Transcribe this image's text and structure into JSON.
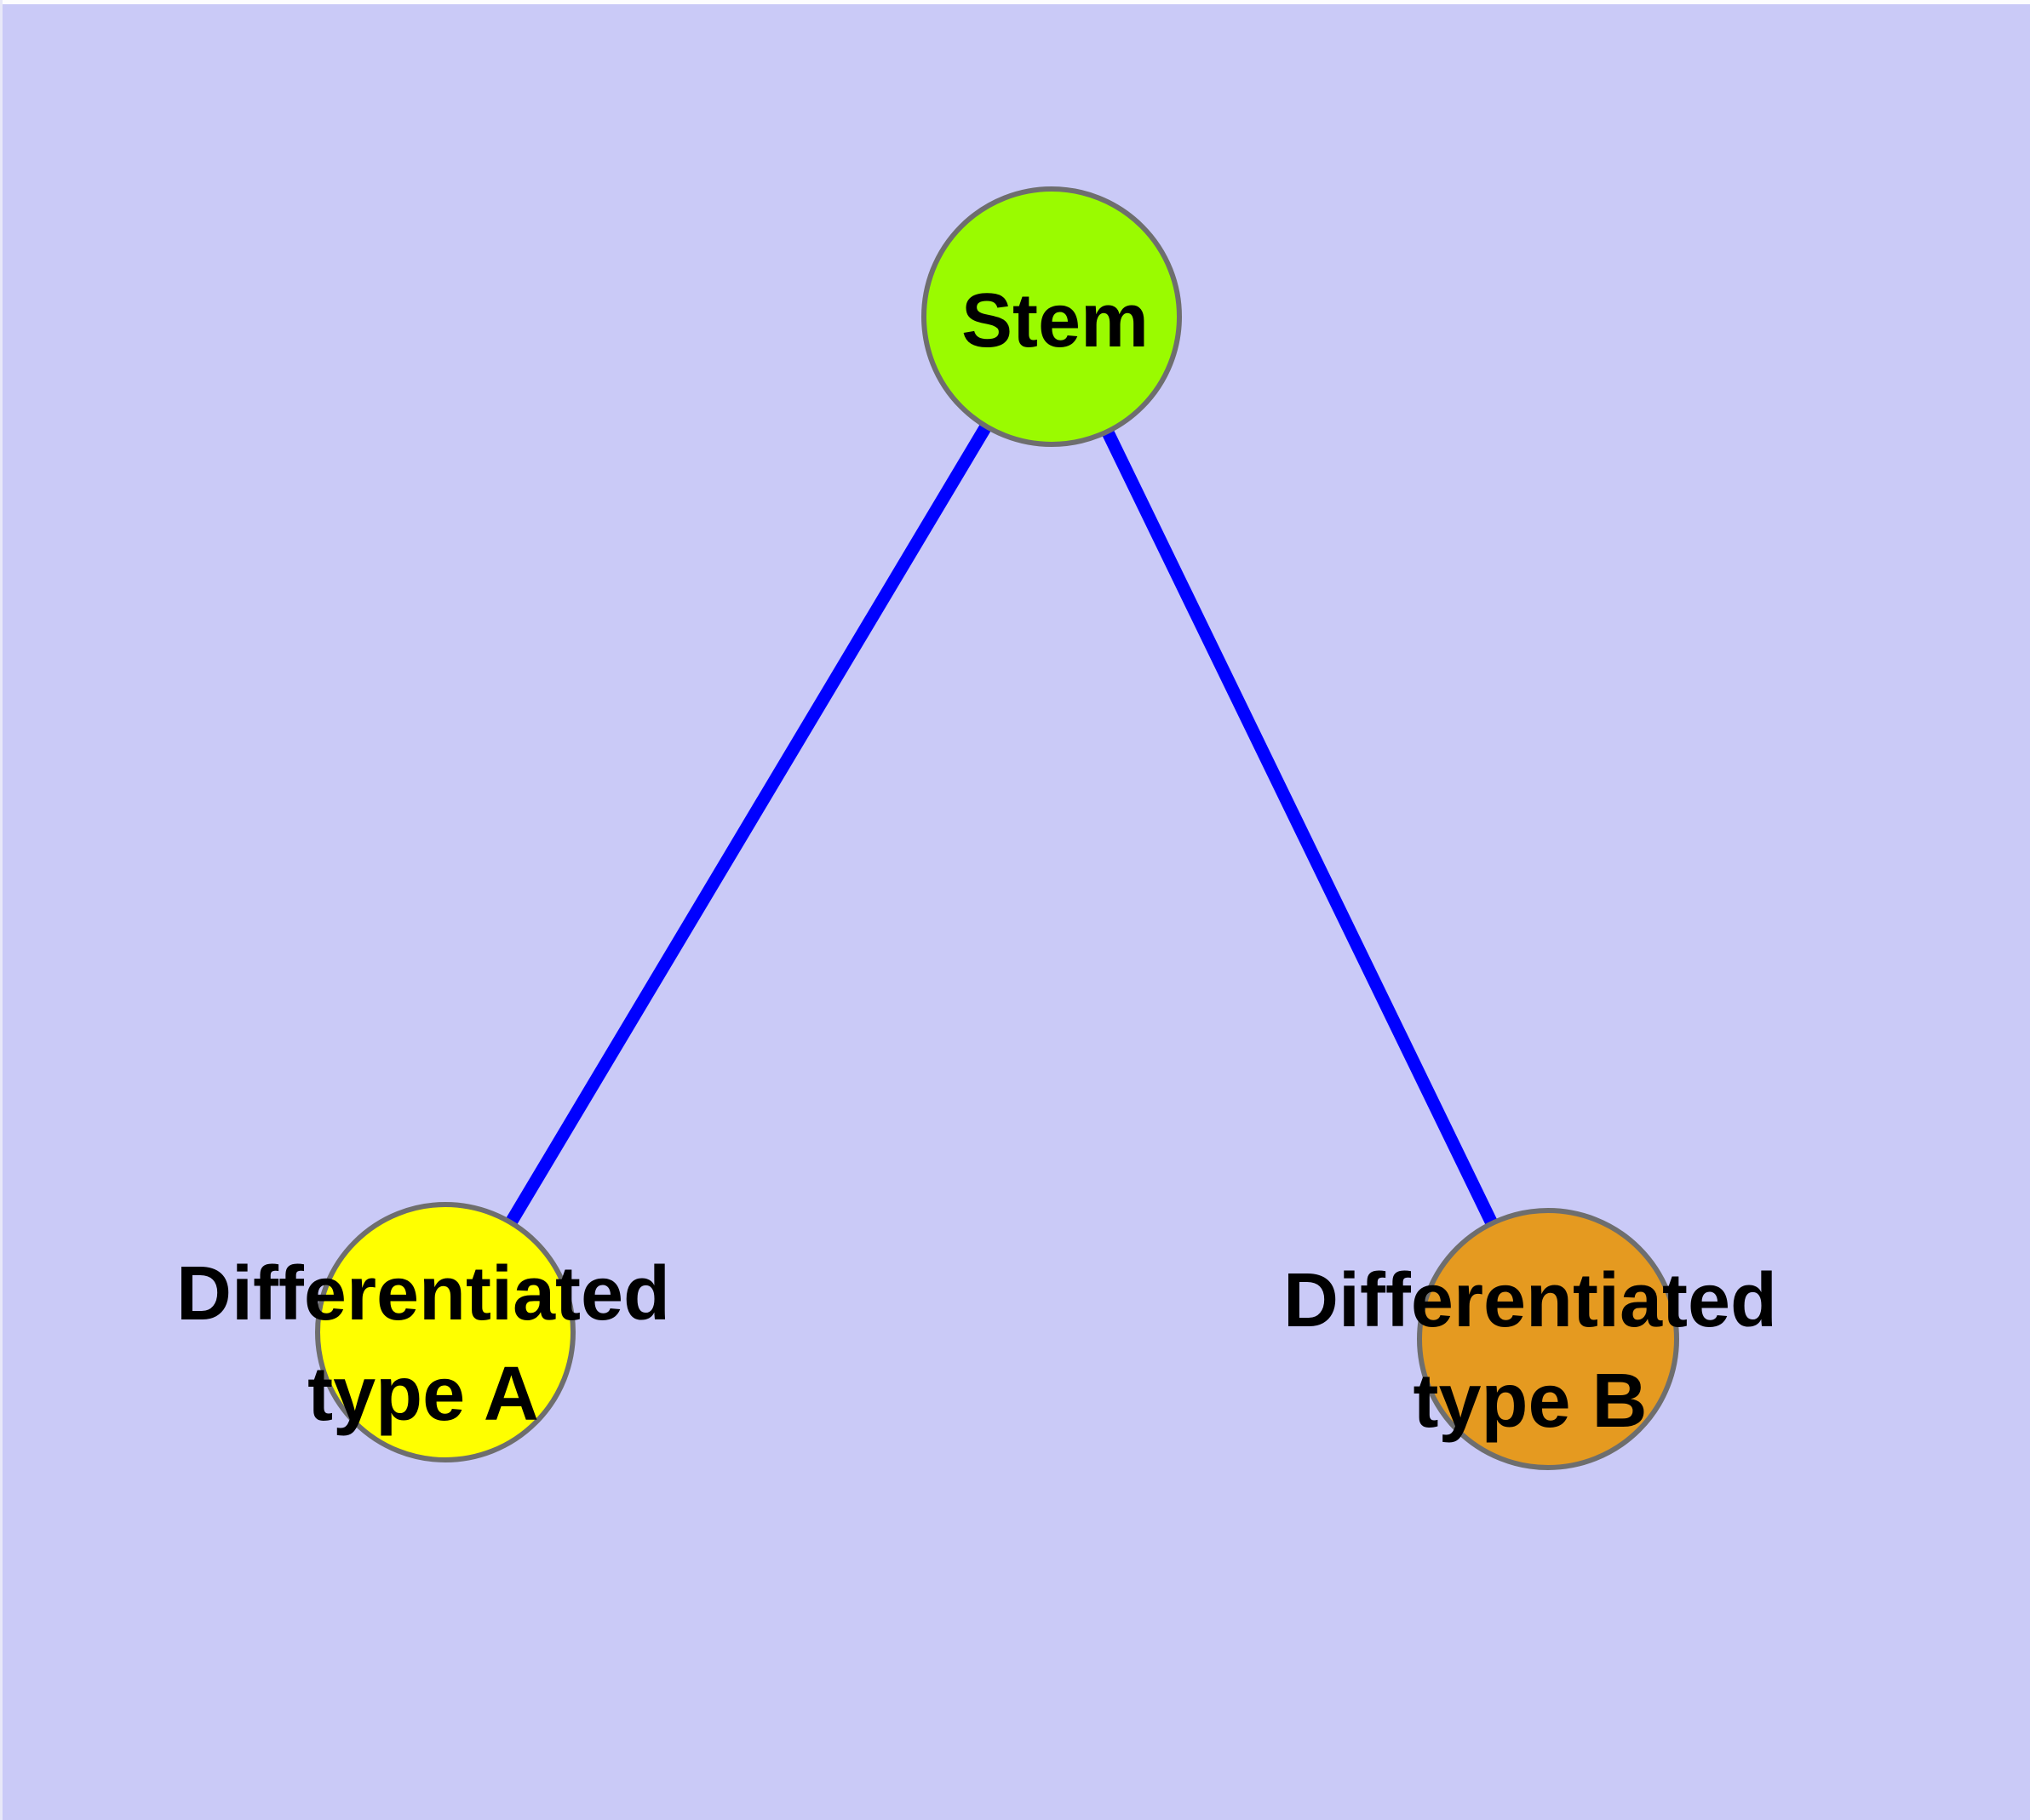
{
  "diagram": {
    "type": "graph",
    "background_color": "#CACAF7",
    "edge_color": "#0000FF",
    "node_border_color": "#6E6E6E",
    "nodes": [
      {
        "id": "stem",
        "label": "Stem",
        "fill": "#9AFB00"
      },
      {
        "id": "differentiated-type-a",
        "label": "Differentiated type A",
        "label_lines": [
          "Differentiated",
          "type A"
        ],
        "fill": "#FFFF00"
      },
      {
        "id": "differentiated-type-b",
        "label": "Differentiated type B",
        "label_lines": [
          "Differentiated",
          "type B"
        ],
        "fill": "#E59A20"
      }
    ],
    "edges": [
      {
        "from": "Stem",
        "to": "Differentiated type A"
      },
      {
        "from": "Stem",
        "to": "Differentiated type B"
      }
    ]
  }
}
